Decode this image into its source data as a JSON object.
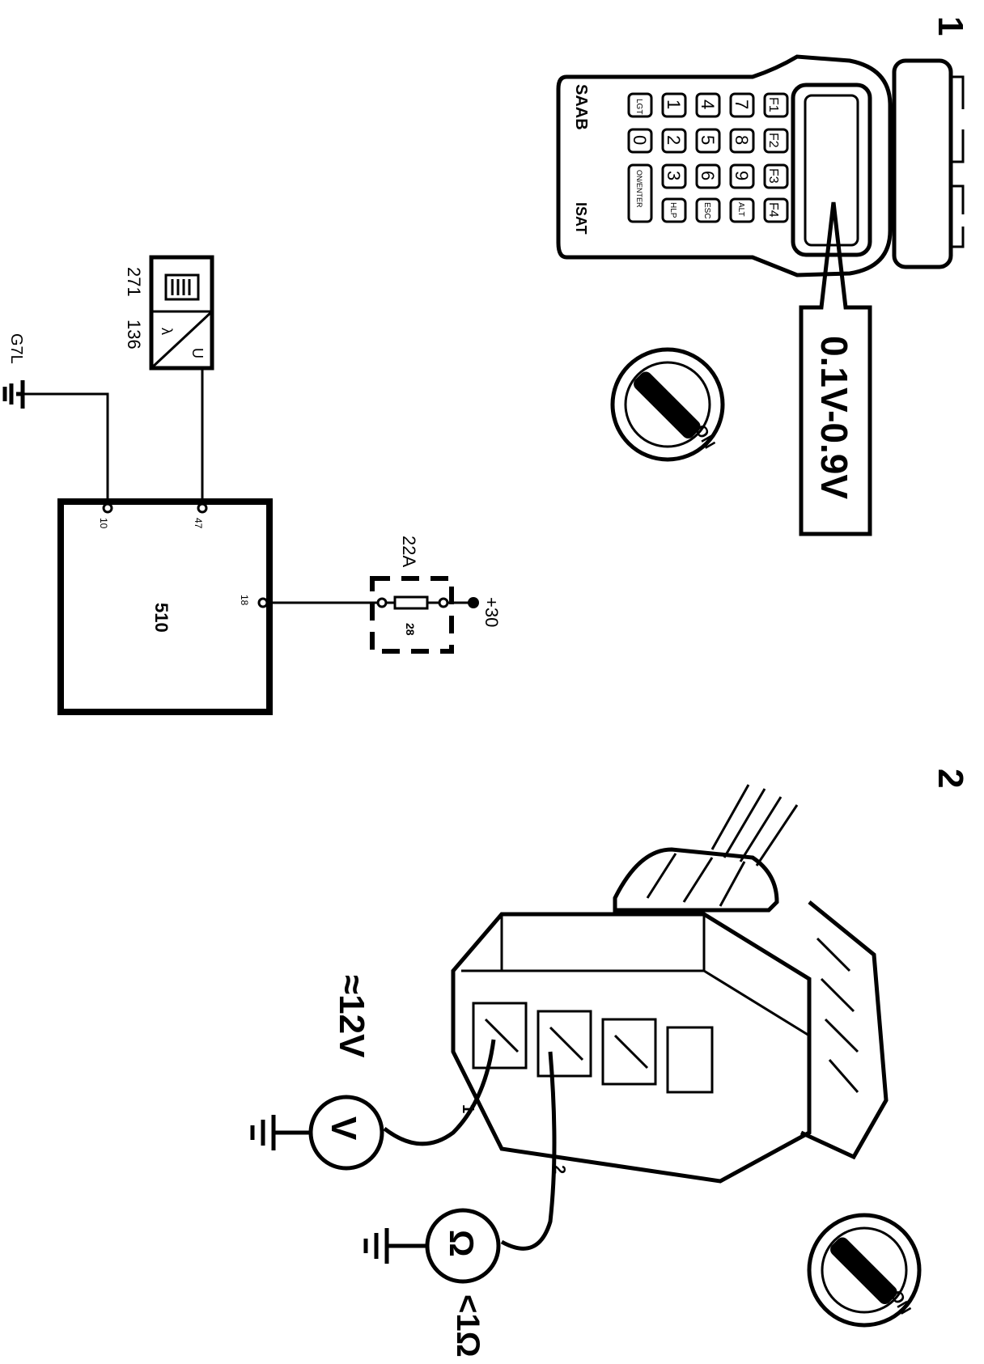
{
  "step_labels": {
    "step1": "1",
    "step2": "2"
  },
  "scanner": {
    "brand": "SAAB",
    "model": "ISAT",
    "keys": [
      [
        "LGT",
        "0",
        "ON/ENTER"
      ],
      [
        "1",
        "2",
        "3"
      ],
      [
        "4",
        "5",
        "6"
      ],
      [
        "7",
        "8",
        "9"
      ],
      [
        "F1",
        "F2",
        "F3"
      ]
    ],
    "extra_keys": [
      "HLP",
      "ESC",
      "ALT",
      "F4"
    ],
    "callout_value": "0.1V-0.9V"
  },
  "ignition": {
    "label": "ON"
  },
  "schematic": {
    "ecu_label": "510",
    "sensor_top_label": "271",
    "sensor_bottom_label": "136",
    "sensor_symbol_lambda": "λ",
    "sensor_symbol_u": "U",
    "ground_label": "G7L",
    "pin_10": "10",
    "pin_47": "47",
    "pin_18": "18",
    "fuse_label": "22A",
    "fuse_number": "28",
    "supply_label": "+30"
  },
  "measurement": {
    "voltmeter_symbol": "V",
    "voltage_value": "≈12V",
    "ohmmeter_symbol": "Ω",
    "resistance_value": "<1Ω",
    "wire1_label": "1",
    "wire2_label": "2"
  }
}
